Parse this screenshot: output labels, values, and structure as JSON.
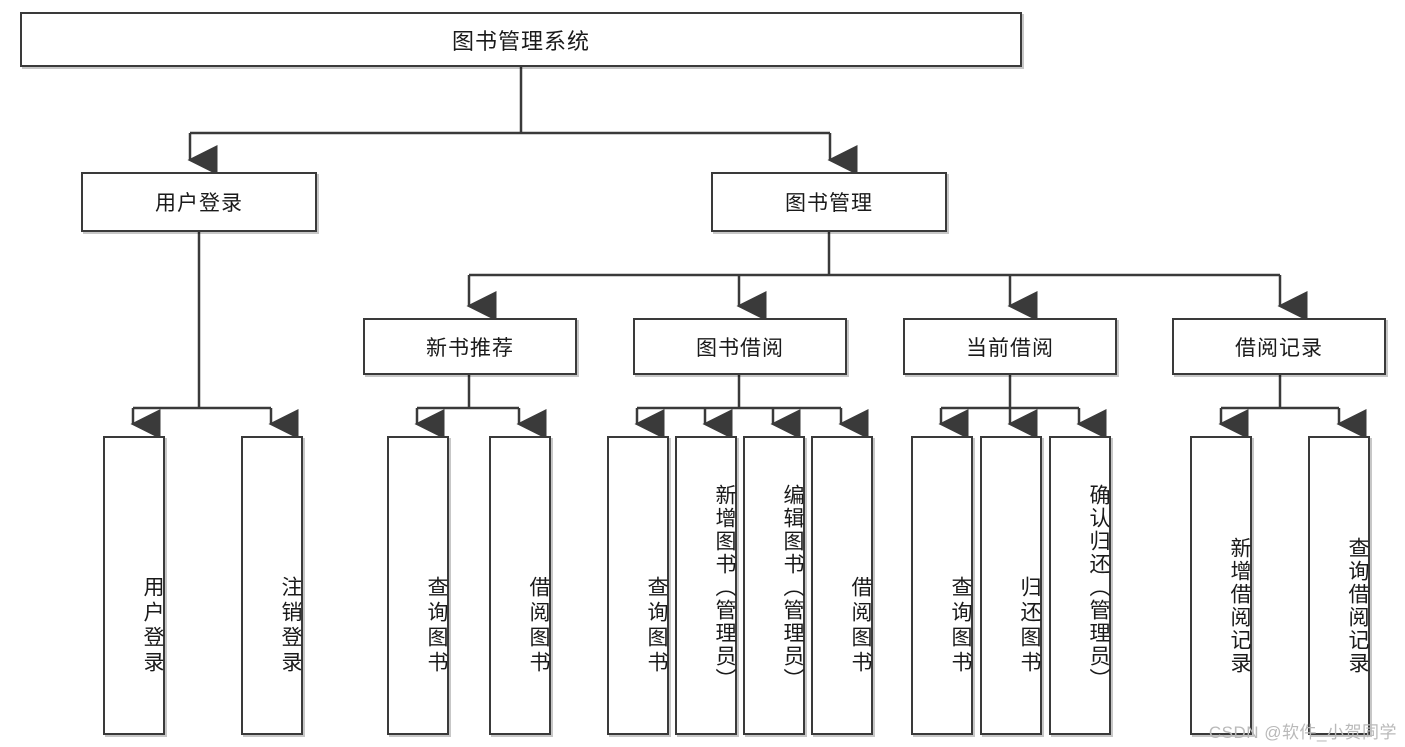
{
  "diagram": {
    "title": "图书管理系统",
    "type": "hierarchy-tree",
    "watermark": "CSDN @软件_小贺同学",
    "style": {
      "box_border": "#3a3a3a",
      "box_fill": "#ffffff",
      "text_color": "#1a1a1a",
      "connector_color": "#3a3a3a",
      "watermark_color": "#b9b9b9"
    },
    "root": {
      "label": "图书管理系统"
    },
    "level1": [
      {
        "label": "用户登录"
      },
      {
        "label": "图书管理"
      }
    ],
    "level2": [
      {
        "label": "新书推荐"
      },
      {
        "label": "图书借阅"
      },
      {
        "label": "当前借阅"
      },
      {
        "label": "借阅记录"
      }
    ],
    "leaves": {
      "user_login": [
        {
          "label": "用户登录"
        },
        {
          "label": "注销登录"
        }
      ],
      "new_book_recommend": [
        {
          "label": "查询图书"
        },
        {
          "label": "借阅图书"
        }
      ],
      "book_borrow": [
        {
          "label": "查询图书"
        },
        {
          "label": "新增图书（管理员）"
        },
        {
          "label": "编辑图书（管理员）"
        },
        {
          "label": "借阅图书"
        }
      ],
      "current_borrow": [
        {
          "label": "查询图书"
        },
        {
          "label": "归还图书"
        },
        {
          "label": "确认归还（管理员）"
        }
      ],
      "borrow_record": [
        {
          "label": "新增借阅记录"
        },
        {
          "label": "查询借阅记录"
        }
      ]
    }
  }
}
